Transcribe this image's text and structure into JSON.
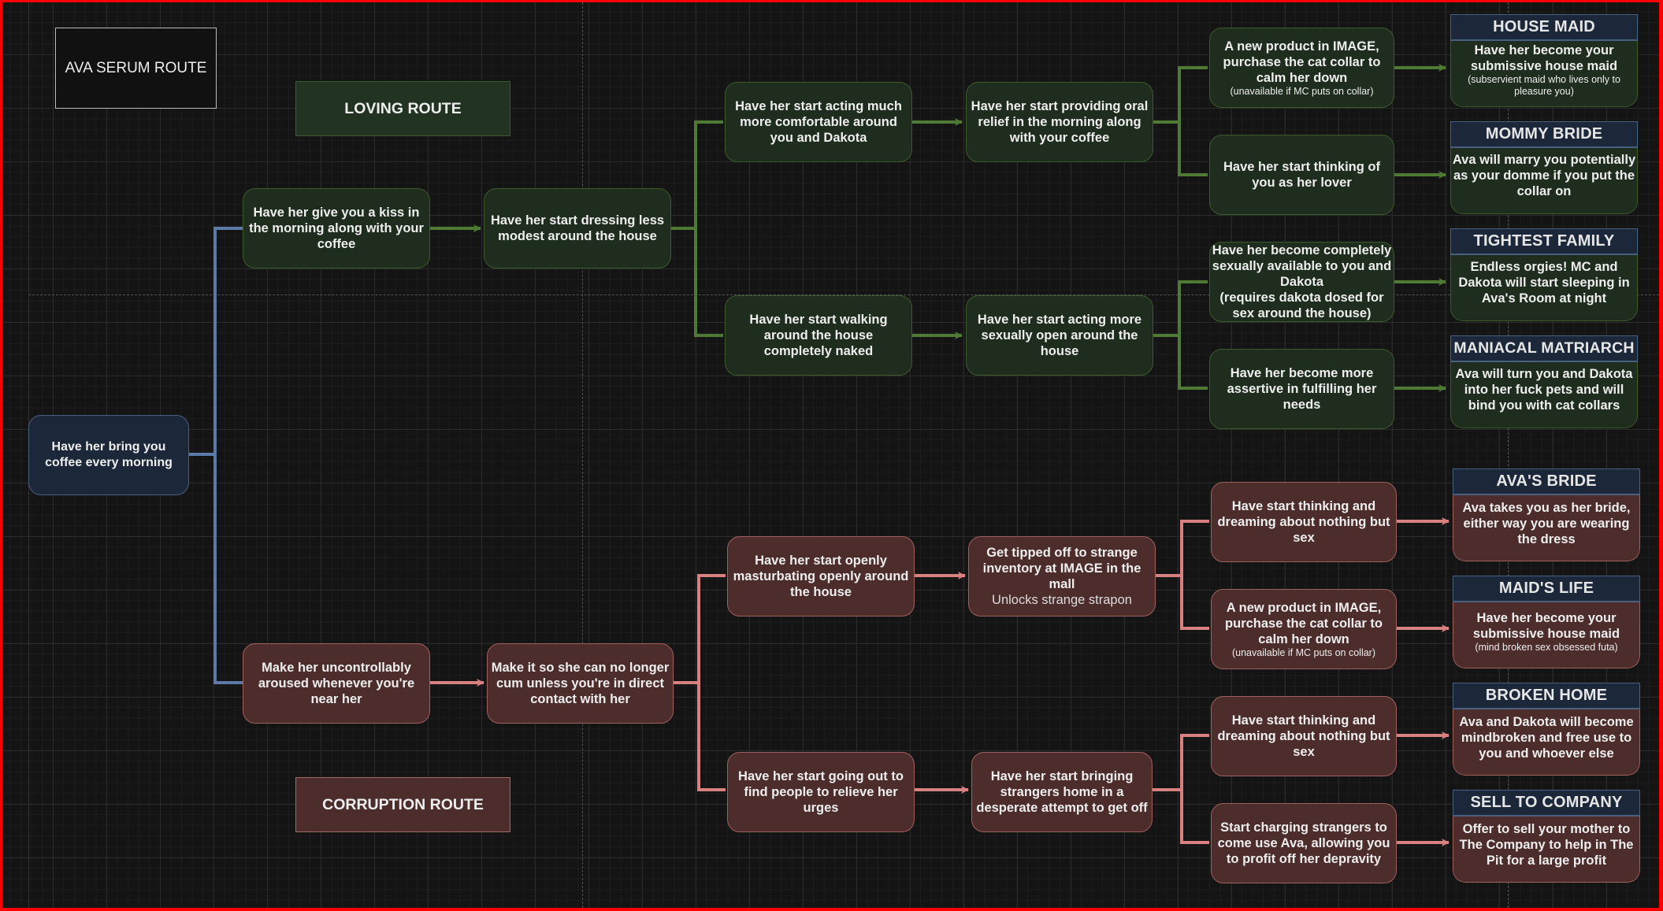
{
  "diagram": {
    "title": "AVA SERUM ROUTE",
    "route_labels": {
      "loving": "LOVING ROUTE",
      "corruption": "CORRUPTION ROUTE"
    },
    "colors": {
      "frame_border": "#ff0000",
      "canvas_bg": "#141414",
      "root_fill": "#1c2839",
      "root_line": "#5b7aa8",
      "loving_fill": "#1f2d1f",
      "loving_line": "#4e7a34",
      "corruption_fill": "#4d2c2c",
      "corruption_line": "#d98080",
      "ending_header_fill": "#1c2839"
    },
    "root": {
      "text": "Have her bring you coffee every morning"
    },
    "loving": {
      "step1": "Have her give you a kiss in the morning along with your coffee",
      "step2": "Have her start dressing less modest around the house",
      "branch_a": {
        "step3": "Have her start acting much more comfortable around you and Dakota",
        "step4": "Have her start providing oral relief in the morning along with your coffee",
        "choice1": {
          "text": "A new product in IMAGE, purchase the cat collar to calm her down",
          "note": "(unavailable if MC puts on collar)"
        },
        "choice2": {
          "text": "Have her start thinking of you as her lover"
        },
        "ending1": {
          "title": "HOUSE MAID",
          "text": "Have her become your submissive house maid",
          "note": "(subservient maid who lives only to pleasure you)"
        },
        "ending2": {
          "title": "MOMMY BRIDE",
          "text": "Ava will marry you potentially as your domme if you put the collar on"
        }
      },
      "branch_b": {
        "step3": "Have her start walking around the house completely naked",
        "step4": "Have her start acting more sexually open around the house",
        "choice1": {
          "text": "Have her become completely sexually available to you and Dakota",
          "note": "(requires dakota dosed for sex around the house)"
        },
        "choice2": {
          "text": "Have her become more assertive in fulfilling her needs"
        },
        "ending1": {
          "title": "TIGHTEST FAMILY",
          "text": "Endless orgies! MC and Dakota will start sleeping in Ava's Room at night"
        },
        "ending2": {
          "title": "MANIACAL MATRIARCH",
          "text": "Ava will turn you and Dakota into her fuck pets and will bind you with cat collars"
        }
      }
    },
    "corruption": {
      "step1": "Make her uncontrollably aroused whenever you're near her",
      "step2": "Make it so she can no longer cum unless you're in direct contact with her",
      "branch_a": {
        "step3": "Have her start openly masturbating openly around the house",
        "step4": {
          "text": "Get tipped off to strange inventory at IMAGE in the mall",
          "note": "Unlocks strange strapon"
        },
        "choice1": {
          "text": "Have start thinking and dreaming about nothing but sex"
        },
        "choice2": {
          "text": "A new product in IMAGE, purchase the cat collar to calm her down",
          "note": "(unavailable if MC puts on collar)"
        },
        "ending1": {
          "title": "AVA'S BRIDE",
          "text": "Ava takes you as her bride, either way you are wearing the dress"
        },
        "ending2": {
          "title": "MAID'S LIFE",
          "text": "Have her become your submissive house maid",
          "note": "(mind broken sex obsessed futa)"
        }
      },
      "branch_b": {
        "step3": "Have her start going out to find people to relieve her urges",
        "step4": "Have her start bringing strangers home in a desperate attempt to get off",
        "choice1": {
          "text": "Have start thinking and dreaming about nothing but sex"
        },
        "choice2": {
          "text": "Start charging strangers to come use Ava, allowing you to profit off her depravity"
        },
        "ending1": {
          "title": "BROKEN HOME",
          "text": "Ava and Dakota will become mindbroken and free use to you and whoever else"
        },
        "ending2": {
          "title": "SELL TO COMPANY",
          "text": "Offer to sell your mother to The Company to help in The Pit for a large profit"
        }
      }
    }
  }
}
